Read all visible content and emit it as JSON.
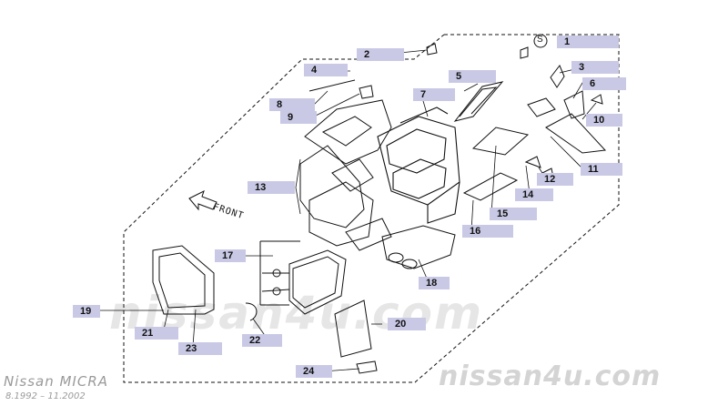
{
  "parts": [
    {
      "num": "1"
    },
    {
      "num": "2"
    },
    {
      "num": "3"
    },
    {
      "num": "4"
    },
    {
      "num": "5"
    },
    {
      "num": "6"
    },
    {
      "num": "7"
    },
    {
      "num": "8"
    },
    {
      "num": "9"
    },
    {
      "num": "10"
    },
    {
      "num": "11"
    },
    {
      "num": "12"
    },
    {
      "num": "13"
    },
    {
      "num": "14"
    },
    {
      "num": "15"
    },
    {
      "num": "16"
    },
    {
      "num": "17"
    },
    {
      "num": "18"
    },
    {
      "num": "19"
    },
    {
      "num": "20"
    },
    {
      "num": "21"
    },
    {
      "num": "22"
    },
    {
      "num": "23"
    },
    {
      "num": "24"
    }
  ],
  "direction_label": "FRONT",
  "circle_symbol": "S",
  "watermark_center": "nissan4u.com",
  "watermark_corner": "nissan4u.com",
  "model": {
    "name": "Nissan MICRA",
    "years": "8.1992 – 11.2002"
  },
  "colors": {
    "label_bg": "#c9c9e6",
    "line": "#111111",
    "watermark": "#e0e0e0"
  }
}
